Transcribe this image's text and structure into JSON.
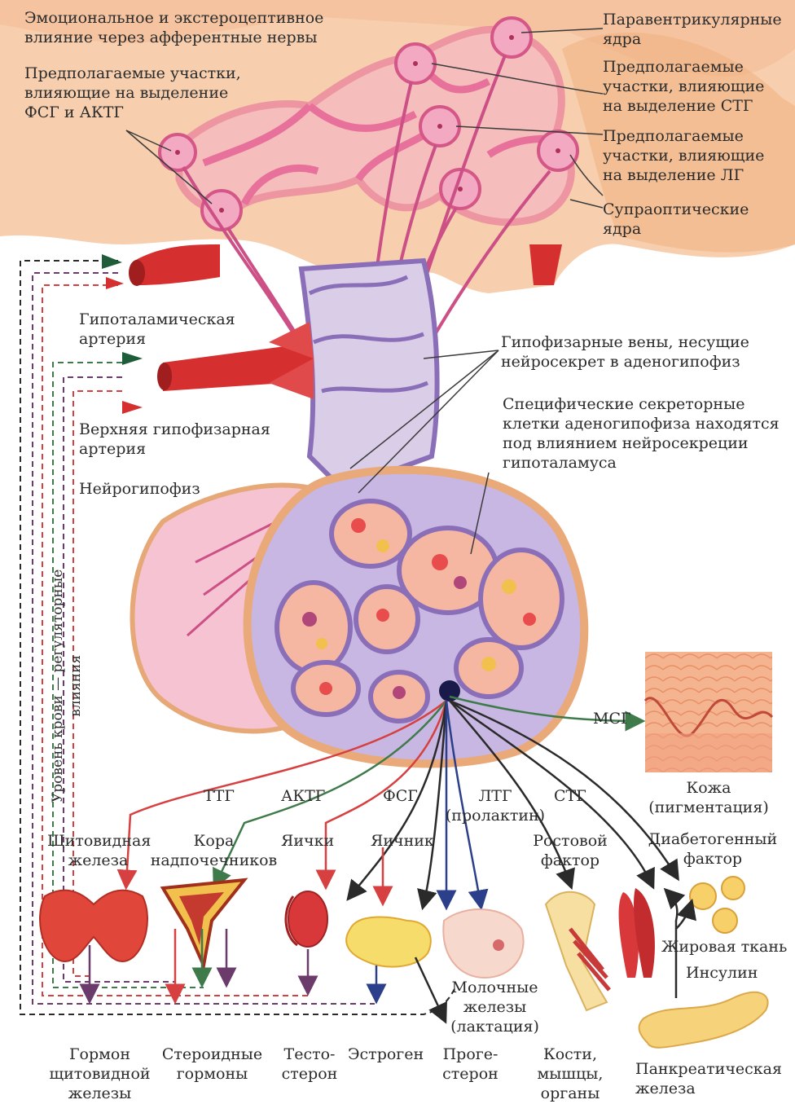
{
  "labels": {
    "emotional": "Эмоциональное и экстероцептивное\nвлияние через афферентные нервы",
    "fsg_aktg_sites": "Предполагаемые участки,\nвлияющие на выделение\nФСГ и АКТГ",
    "paraventricular": "Паравентрикулярные\nядра",
    "stg_sites": "Предполагаемые\nучастки, влияющие\nна выделение СТГ",
    "lg_sites": "Предполагаемые\nучастки, влияющие\nна выделение ЛГ",
    "supraoptic": "Супраоптические\nядра",
    "hypothalamic_artery": "Гипоталамическая\nартерия",
    "pituitary_veins": "Гипофизарные вены, несущие\nнейросекрет в аденогипофиз",
    "superior_artery": "Верхняя гипофизарная\nартерия",
    "secretory_cells": "Специфические секреторные\nклетки аденогипофиза находятся\nпод влиянием нейросекреции\nгипоталамуса",
    "neurohypophysis": "Нейрогипофиз",
    "blood_level": "Уровень крови — регуляторные\nвлияния",
    "msg": "МСГ",
    "skin": "Кожа\n(пигментация)",
    "ttg": "ТТГ",
    "aktg": "АКТГ",
    "fsg": "ФСГ",
    "ltg": "ЛТГ\n(пролактин)",
    "stg": "СТГ",
    "thyroid": "Щитовидная\nжелеза",
    "adrenal_cortex": "Кора\nнадпочечников",
    "testes": "Яички",
    "ovary": "Яичник",
    "growth_factor": "Ростовой\nфактор",
    "diabetogenic": "Диабетогенный\nфактор",
    "adipose": "Жировая ткань",
    "insulin": "Инсулин",
    "mammary": "Молочные\nжелезы\n(лактация)",
    "thyroid_hormone": "Гормон\nщитовидной\nжелезы",
    "steroid": "Стероидные\nгормоны",
    "testosterone": "Тесто-\nстерон",
    "estrogen": "Эстроген",
    "progesterone": "Проге-\nстерон",
    "bones": "Кости,\nмышцы,\nорганы",
    "pancreas": "Панкреатическая\nжелеза"
  },
  "colors": {
    "tissue": "#f6c9a3",
    "tissue_dark": "#e6a877",
    "neuron": "#e8719b",
    "neuron_fill": "#f2a9c1",
    "vessel": "#8a6fb8",
    "artery": "#d62f2f",
    "arrow_red": "#d64040",
    "arrow_green": "#3f7a4a",
    "arrow_purple": "#6b3b6b",
    "arrow_dark": "#2a2a2a",
    "arrow_blue": "#2b3f8a"
  }
}
